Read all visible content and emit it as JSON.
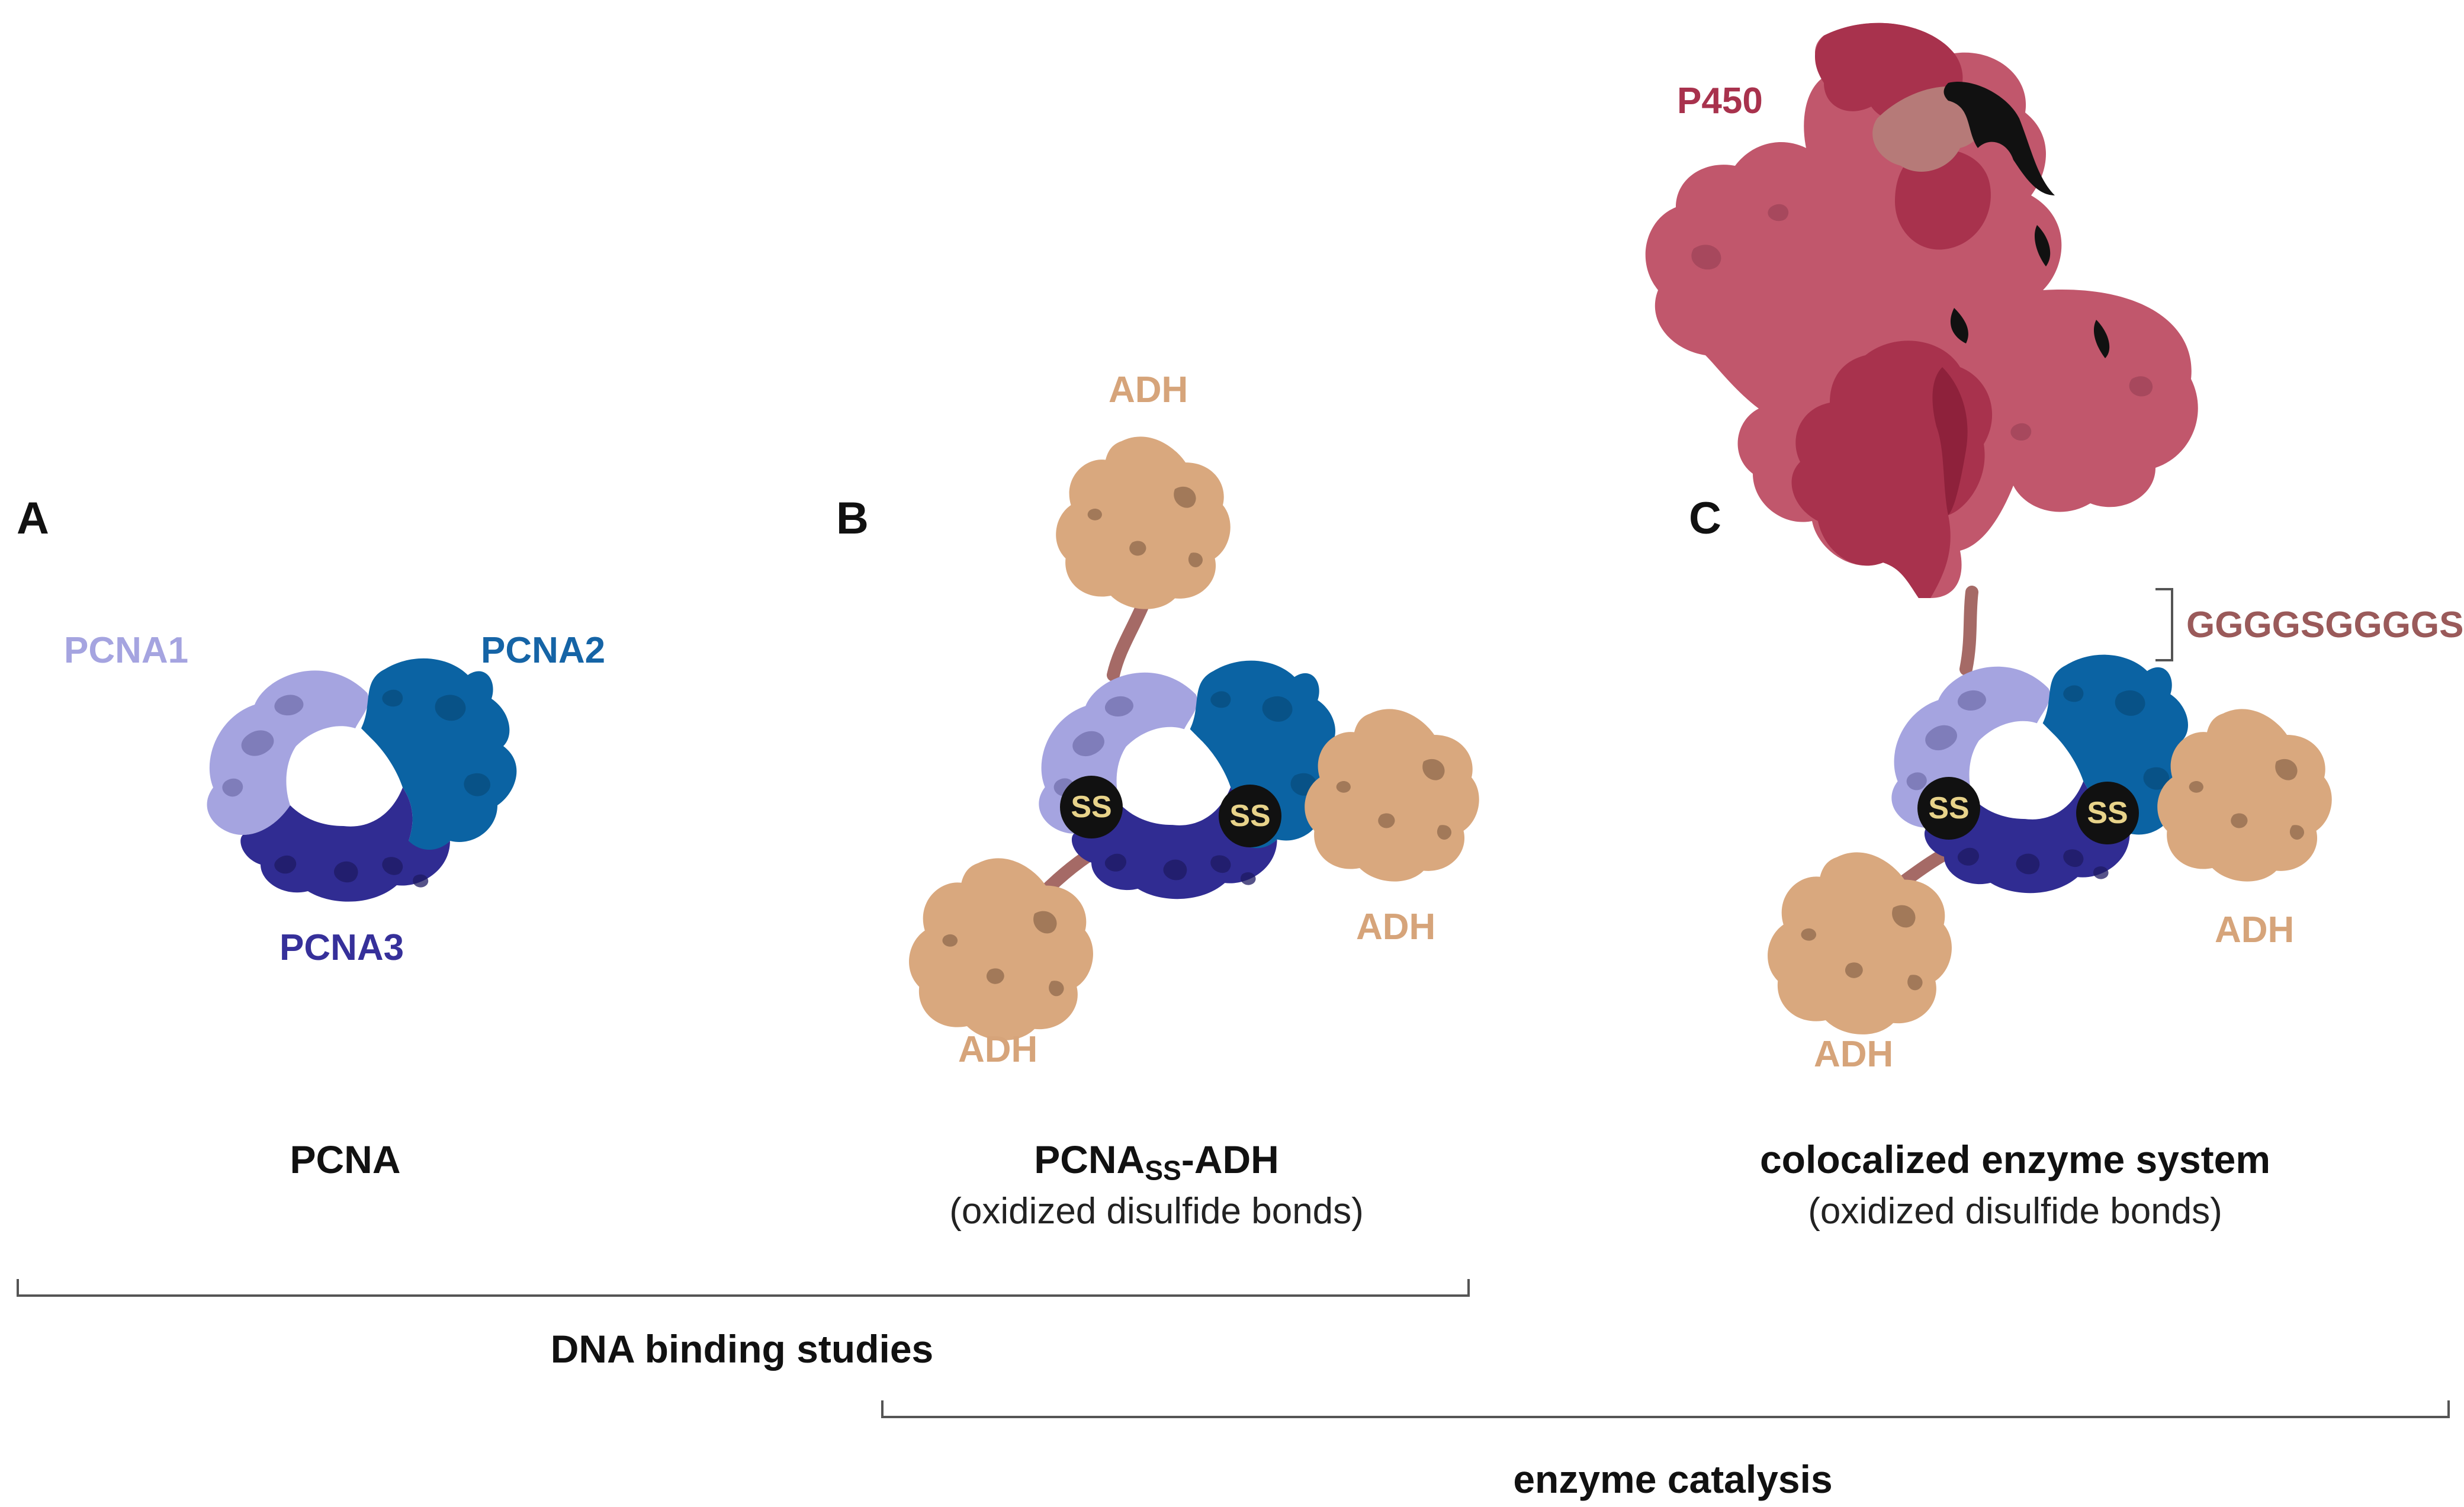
{
  "colors": {
    "pcna1": "#a5a4e0",
    "pcna2": "#0b63a3",
    "pcna3": "#302c92",
    "adh": "#d9a87e",
    "p450": "#c1576c",
    "p450_dark": "#9a2a45",
    "linker": "#a56a66",
    "label_pcna1": "#a5a4e0",
    "label_pcna2": "#1564a6",
    "label_pcna3": "#36309a",
    "label_adh": "#d6a47a",
    "label_p450": "#a8324d",
    "label_linker": "#9a5a5a"
  },
  "panels": {
    "a": {
      "letter": "A",
      "pcna1": "PCNA1",
      "pcna2": "PCNA2",
      "pcna3": "PCNA3",
      "title": "PCNA"
    },
    "b": {
      "letter": "B",
      "adh_top": "ADH",
      "adh_right": "ADH",
      "adh_left": "ADH",
      "ss1": "SS",
      "ss2": "SS",
      "title_main": "PCNA",
      "title_sub": "SS",
      "title_tail": "-ADH",
      "note": "(oxidized disulfide bonds)"
    },
    "c": {
      "letter": "C",
      "p450": "P450",
      "linker": "GGGGSGGGGS",
      "adh_right": "ADH",
      "adh_left": "ADH",
      "ss1": "SS",
      "ss2": "SS",
      "title": "colocalized enzyme system",
      "note": "(oxidized disulfide bonds)"
    }
  },
  "brackets": {
    "dna": "DNA binding studies",
    "enzyme": "enzyme catalysis"
  }
}
